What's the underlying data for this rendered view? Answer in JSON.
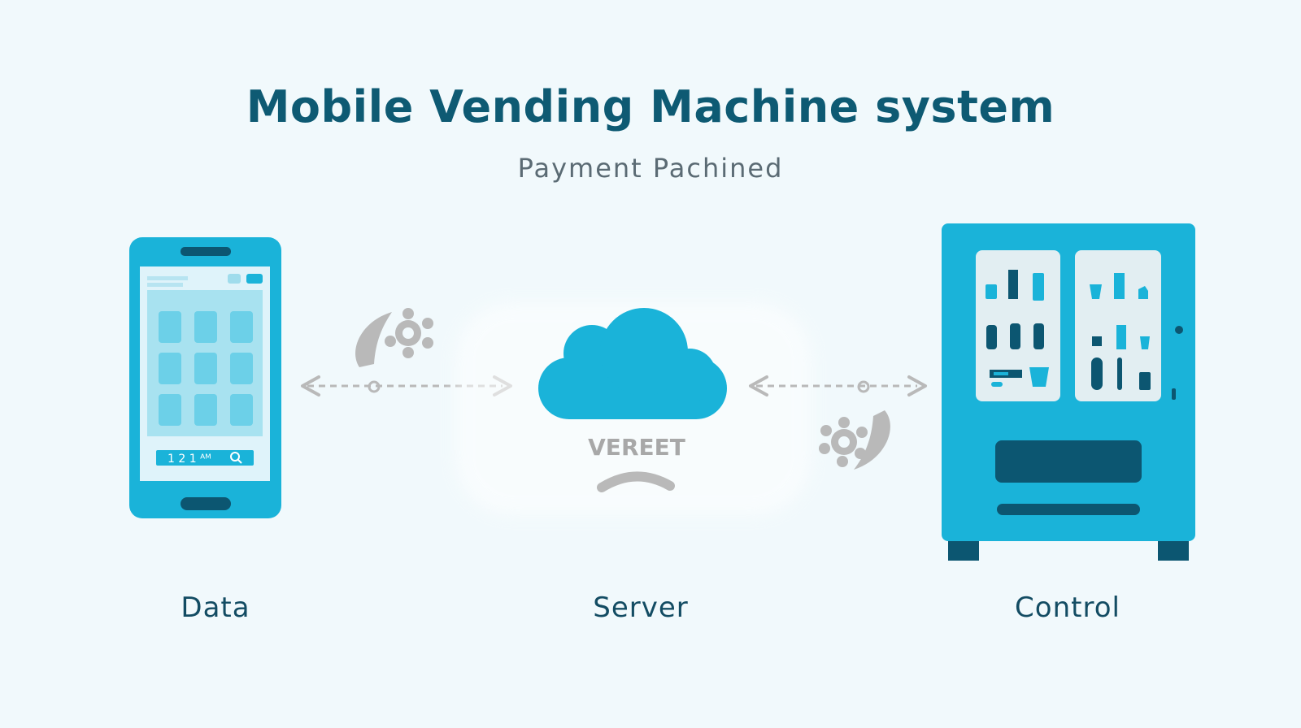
{
  "title": "Mobile Vending Machine system",
  "subtitle": "Payment Pachined",
  "nodes": {
    "phone": {
      "label": "Data",
      "screen_text": "1 2 1 ᴬᴹ"
    },
    "server": {
      "label": "Server",
      "badge": "VEREET"
    },
    "machine": {
      "label": "Control"
    }
  },
  "colors": {
    "background": "#f1f9fc",
    "primary": "#1ab3d9",
    "dark": "#0c5671",
    "gray": "#b9b9b9",
    "title": "#0e5a73"
  },
  "icons": [
    "smartphone-icon",
    "cloud-icon",
    "vending-machine-icon",
    "gear-icon",
    "double-arrow-icon"
  ]
}
